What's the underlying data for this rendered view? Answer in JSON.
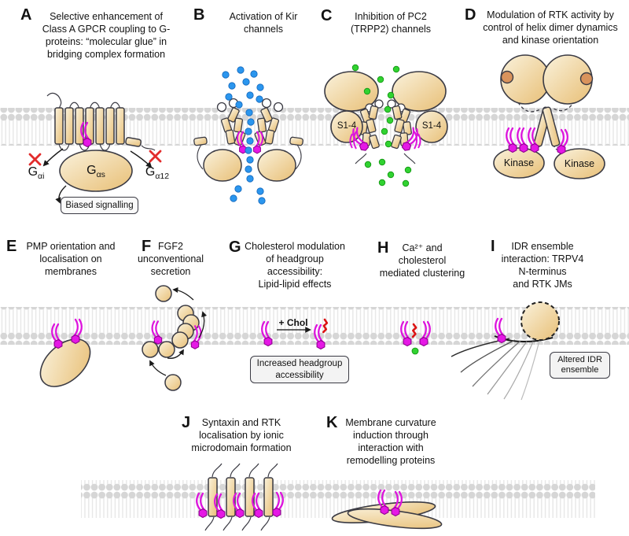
{
  "figure": {
    "panels": {
      "a": {
        "letter": "A",
        "title": "Selective enhancement of\nClass A GPCR coupling to G-\nproteins: “molecular glue” in\nbridging complex formation",
        "gas_main": "G",
        "gas_sub": "αs",
        "gai_main": "G",
        "gai_sub": "αi",
        "ga12_main": "G",
        "ga12_sub": "α12",
        "box": "Biased signalling"
      },
      "b": {
        "letter": "B",
        "title": "Activation of Kir\nchannels"
      },
      "c": {
        "letter": "C",
        "title": "Inhibition of PC2\n(TRPP2) channels",
        "s14_left": "S1-4",
        "s14_right": "S1-4"
      },
      "d": {
        "letter": "D",
        "title": "Modulation of RTK activity by\ncontrol of helix dimer dynamics\nand kinase orientation",
        "kinase_left": "Kinase",
        "kinase_right": "Kinase"
      },
      "e": {
        "letter": "E",
        "title": "PMP orientation and\nlocalisation on\nmembranes"
      },
      "f": {
        "letter": "F",
        "title": "FGF2\nunconventional\nsecretion"
      },
      "g": {
        "letter": "G",
        "title": "Cholesterol modulation\nof headgroup\naccessibility:\nLipid-lipid effects",
        "chol_label": "+ Chol",
        "box": "Increased headgroup\naccessibility"
      },
      "h": {
        "letter": "H",
        "title": "Ca²⁺ and\ncholesterol\nmediated clustering"
      },
      "i": {
        "letter": "I",
        "title": "IDR ensemble\ninteraction: TRPV4\nN-terminus\nand RTK JMs",
        "box": "Altered IDR\nensemble"
      },
      "j": {
        "letter": "J",
        "title": "Syntaxin and RTK\nlocalisation by ionic\nmicrodomain formation"
      },
      "k": {
        "letter": "K",
        "title": "Membrane curvature\ninduction through\ninteraction with\nremodelling proteins"
      }
    },
    "colors": {
      "protein_tan": "#e9c27a",
      "pip2_magenta": "#e518e5",
      "potassium_blue": "#2b96ee",
      "calcium_green": "#31d231",
      "cholesterol_red": "#dc1414",
      "inhibit_red_x": "#e22c2c",
      "membrane_gray": "#d6d6d6"
    }
  }
}
